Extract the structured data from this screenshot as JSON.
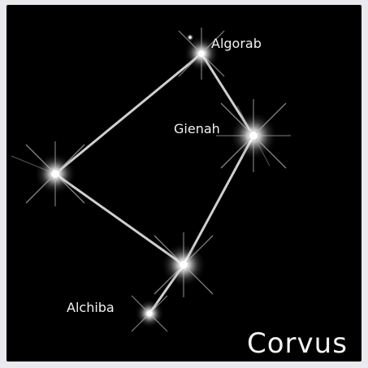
{
  "constellation": {
    "name": "Corvus",
    "stars": [
      {
        "id": "algorab",
        "label": "Algorab"
      },
      {
        "id": "gienah",
        "label": "Gienah"
      },
      {
        "id": "alchiba",
        "label": "Alchiba"
      },
      {
        "id": "kraz",
        "label": ""
      },
      {
        "id": "minkar",
        "label": ""
      }
    ],
    "lines": [
      {
        "from": "algorab",
        "to": "gienah"
      },
      {
        "from": "algorab",
        "to": "minkar"
      },
      {
        "from": "minkar",
        "to": "kraz"
      },
      {
        "from": "kraz",
        "to": "gienah"
      },
      {
        "from": "kraz",
        "to": "alchiba"
      }
    ]
  },
  "colors": {
    "background": "#000000",
    "page": "#e9e9ee",
    "lines": "#cfcfcf",
    "text": "#f2f2f2"
  }
}
